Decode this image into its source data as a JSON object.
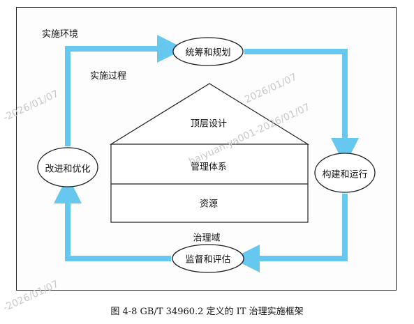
{
  "outer_label": "实施环境",
  "process_label": "实施过程",
  "nodes": {
    "plan": "统筹和规划",
    "build": "构建和运行",
    "monitor": "监督和评估",
    "improve": "改进和优化"
  },
  "house": {
    "roof": "顶层设计",
    "middle": "管理体系",
    "base": "资源"
  },
  "domain_label": "治理域",
  "caption": "图 4-8    GB/T 34960.2 定义的 IT 治理实施框架",
  "watermarks": [
    "haiyuan.ya001-2026/01/07",
    "-2026/01/07",
    "-2026/01/07",
    "2026/01/07"
  ],
  "colors": {
    "arrow": "#66c8ef",
    "line": "#1e1e1e"
  }
}
